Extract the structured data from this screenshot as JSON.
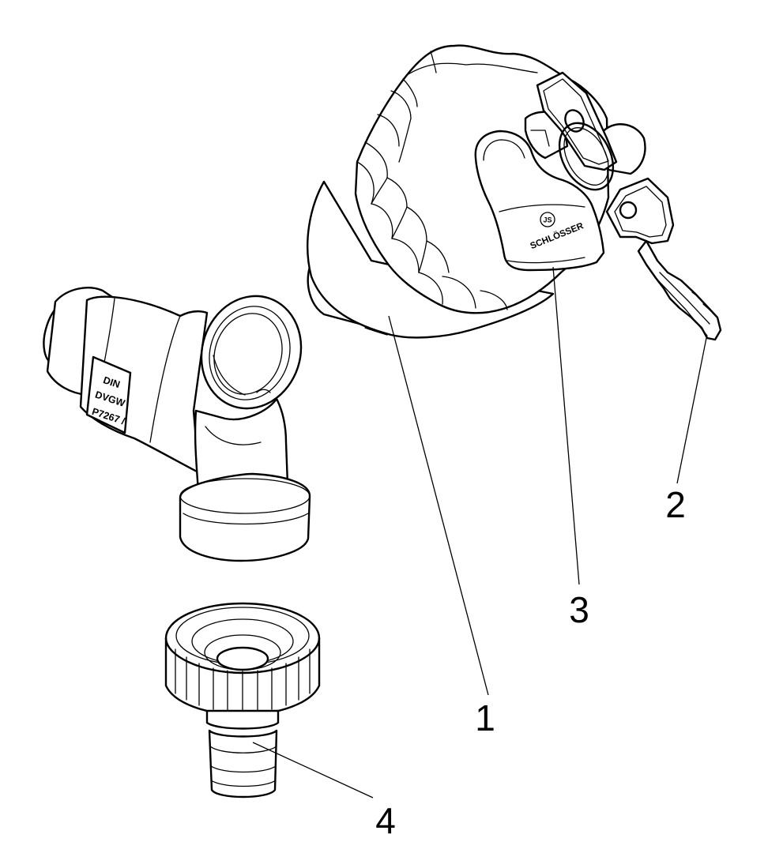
{
  "callouts": {
    "part_1": "1",
    "part_2": "2",
    "part_3": "3",
    "part_4": "4"
  },
  "valve_marking": {
    "line_1": "DIN",
    "line_2": "DVGW",
    "line_3": "P7267 /"
  },
  "lock": {
    "brand": "SCHLÖSSER",
    "logo": "JS"
  },
  "colors": {
    "line": "#000000",
    "background": "#ffffff"
  }
}
